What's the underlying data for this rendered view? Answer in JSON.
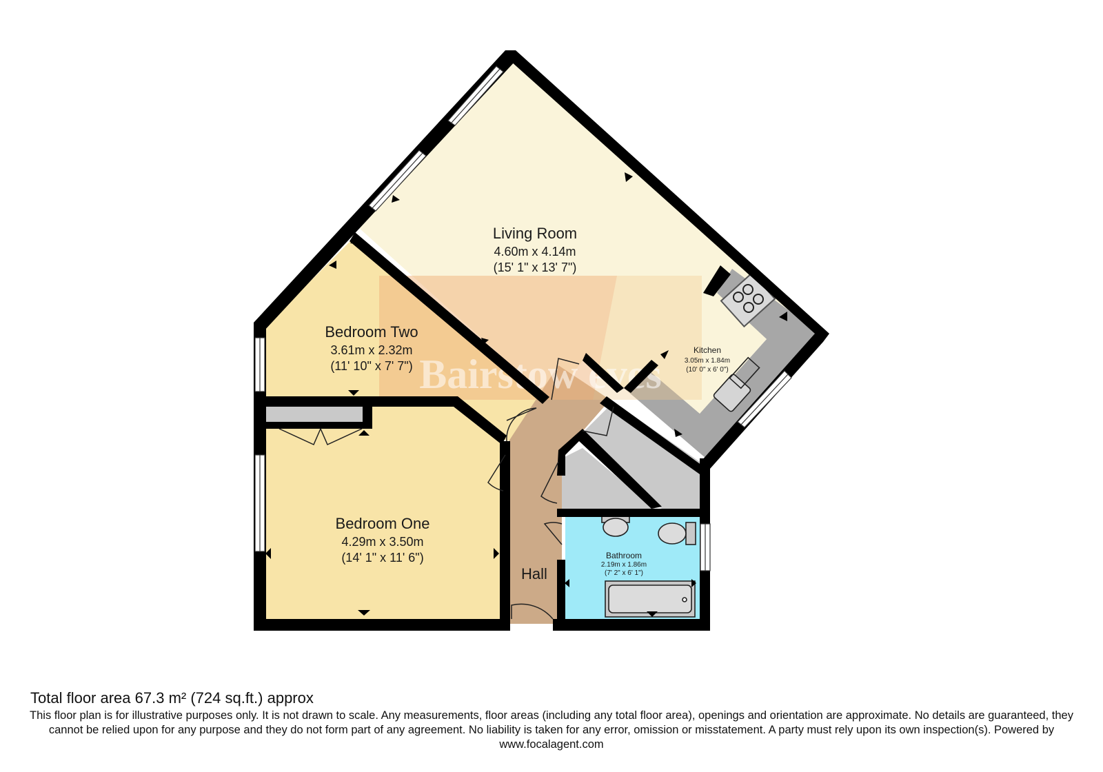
{
  "rooms": {
    "living_room": {
      "name": "Living Room",
      "metric": "4.60m x 4.14m",
      "imperial": "(15' 1\" x 13' 7\")"
    },
    "bedroom_two": {
      "name": "Bedroom Two",
      "metric": "3.61m x 2.32m",
      "imperial": "(11' 10\" x 7' 7\")"
    },
    "bedroom_one": {
      "name": "Bedroom One",
      "metric": "4.29m x 3.50m",
      "imperial": "(14' 1\" x 11' 6\")"
    },
    "kitchen": {
      "name": "Kitchen",
      "metric": "3.05m x 1.84m",
      "imperial": "(10' 0\" x 6' 0\")"
    },
    "bathroom": {
      "name": "Bathroom",
      "metric": "2.19m x 1.86m",
      "imperial": "(7' 2\" x 6' 1\")"
    },
    "hall": {
      "name": "Hall"
    }
  },
  "watermark": "Bairstow eves",
  "footer": {
    "total_area": "Total floor area 67.3 m² (724 sq.ft.) approx",
    "disclaimer": "This floor plan is for illustrative purposes only. It is not drawn to scale. Any measurements, floor areas (including any total floor area), openings and orientation are approximate. No details are guaranteed, they cannot be relied upon for any purpose and they do not form part of any agreement. No liability is taken for any error, omission or misstatement. A party must rely upon its own inspection(s). Powered by www.focalagent.com"
  },
  "colors": {
    "living_room": "#FAF4DA",
    "bedroom_two": "#F8E4A8",
    "bedroom_one": "#F8E4A8",
    "hall": "#CCAA88",
    "kitchen_units": "#A7A7A7",
    "cupboards": "#C9C9C9",
    "bathroom": "#9FEAF8",
    "walls": "#000000"
  }
}
